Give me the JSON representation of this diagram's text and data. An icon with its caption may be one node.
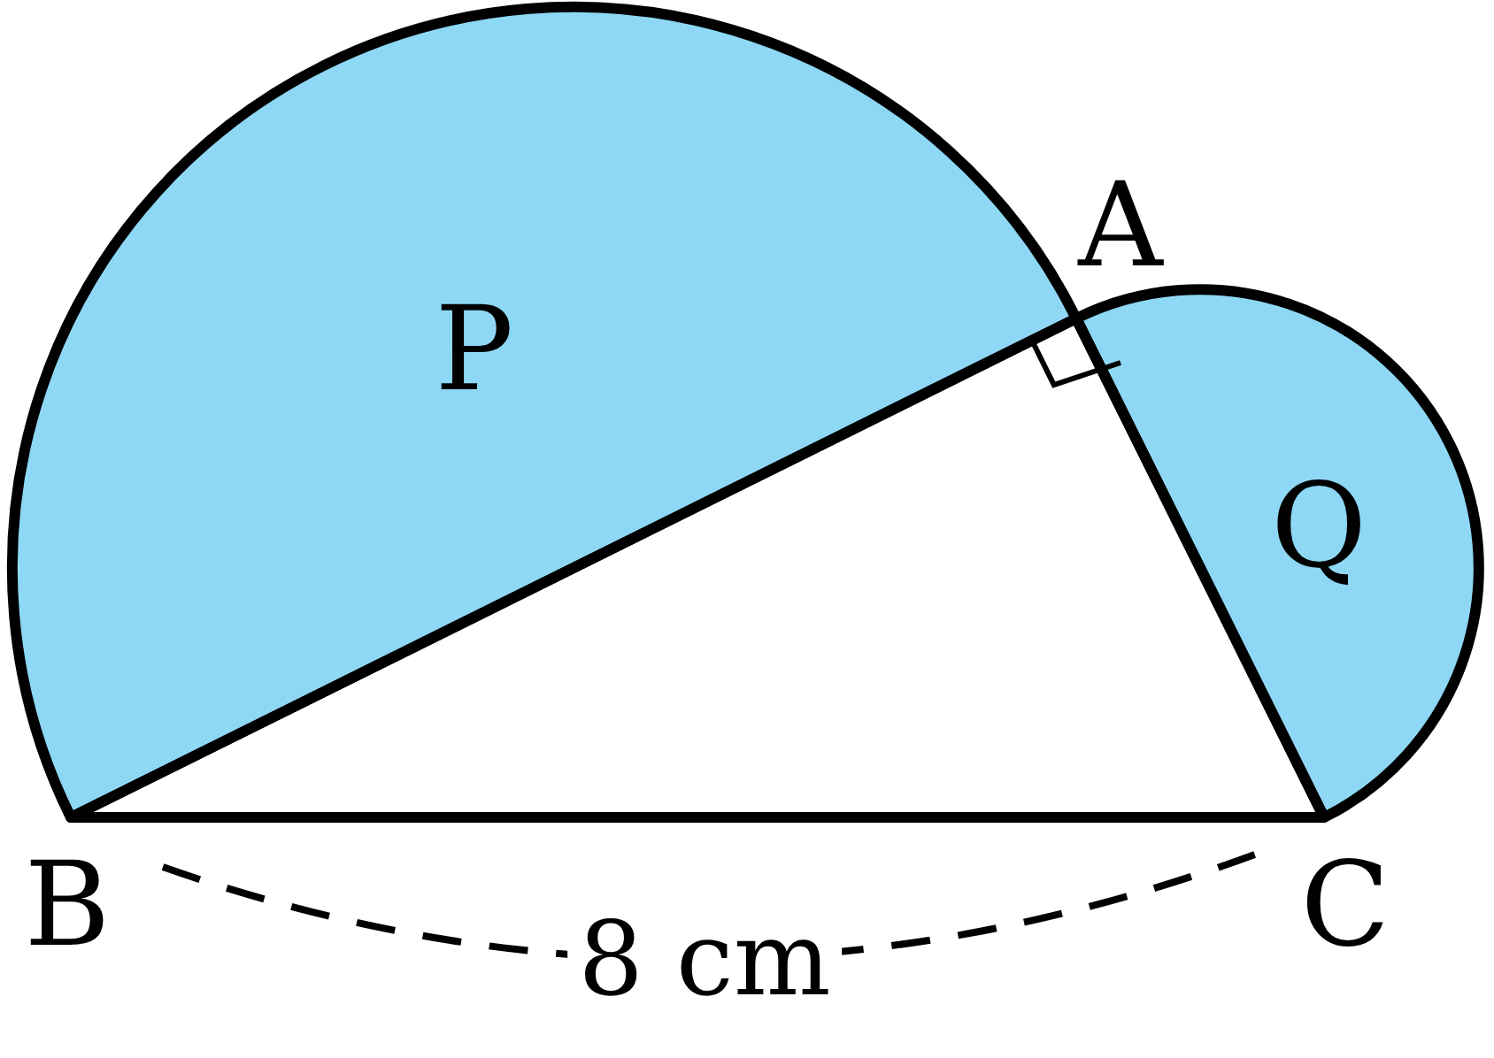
{
  "diagram": {
    "nodes": [
      {
        "text": [
          "P"
        ]
      },
      {
        "text": [
          "Q"
        ]
      }
    ],
    "labels": [
      "A",
      "B",
      "C",
      "8 cm"
    ]
  }
}
